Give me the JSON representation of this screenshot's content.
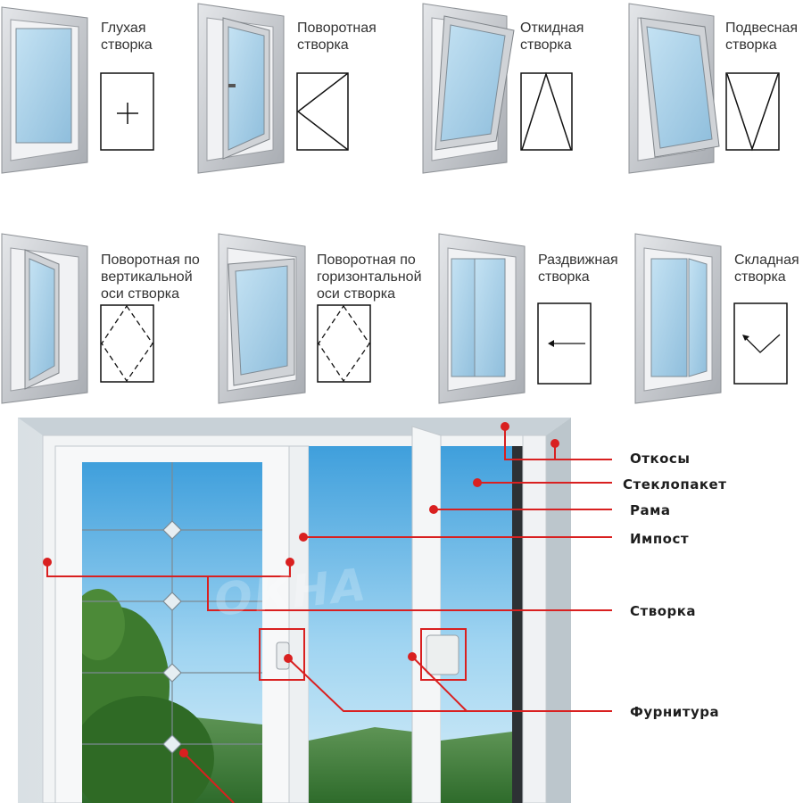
{
  "window_types": [
    {
      "id": "fixed",
      "label": "Глухая створка"
    },
    {
      "id": "turn",
      "label": "Поворотная створка"
    },
    {
      "id": "tilt",
      "label": "Откидная створка"
    },
    {
      "id": "hung",
      "label": "Подвесная створка"
    },
    {
      "id": "pivot-v",
      "label": "Поворотная по вертикальной оси створка"
    },
    {
      "id": "pivot-h",
      "label": "Поворотная по горизонтальной оси створка"
    },
    {
      "id": "sliding",
      "label": "Раздвижная створка"
    },
    {
      "id": "folding",
      "label": "Складная створка"
    }
  ],
  "callouts": {
    "otkosy": "Откосы",
    "steklopaket": "Стеклопакет",
    "rama": "Рама",
    "impost": "Импост",
    "stvorka": "Створка",
    "furnitura": "Фурнитура"
  },
  "watermark": "ОКНА",
  "colors": {
    "callout_red": "#d92020",
    "frame": "#c9ccd0",
    "glass": "#a9cfe6",
    "sky": "#7fc4ec"
  }
}
